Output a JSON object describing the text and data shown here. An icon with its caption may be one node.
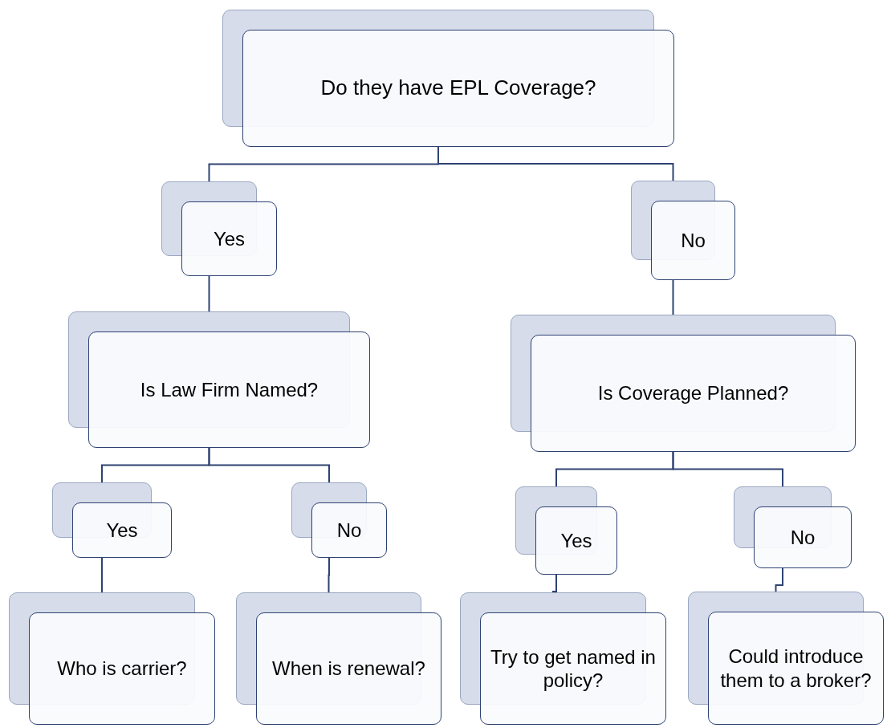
{
  "diagram": {
    "nodes": [
      {
        "text": [
          "Do they have EPL Coverage?"
        ]
      },
      {
        "text": [
          "Yes"
        ]
      },
      {
        "text": [
          "No"
        ]
      },
      {
        "text": [
          "Is Law Firm Named?"
        ]
      },
      {
        "text": [
          "Is Coverage Planned?"
        ]
      },
      {
        "text": [
          "Yes"
        ]
      },
      {
        "text": [
          "No"
        ]
      },
      {
        "text": [
          "Yes"
        ]
      },
      {
        "text": [
          "No"
        ]
      },
      {
        "text": [
          "Who is carrier?"
        ]
      },
      {
        "text": [
          "When is renewal?"
        ]
      },
      {
        "text": [
          "Try to get named in policy?"
        ]
      },
      {
        "text": [
          "Could introduce them to a broker?"
        ]
      }
    ],
    "edges": [
      {
        "from": 0,
        "to": 1,
        "arrow": "none"
      },
      {
        "from": 0,
        "to": 2,
        "arrow": "none"
      },
      {
        "from": 1,
        "to": 3,
        "arrow": "none"
      },
      {
        "from": 2,
        "to": 4,
        "arrow": "none"
      },
      {
        "from": 3,
        "to": 5,
        "arrow": "none"
      },
      {
        "from": 3,
        "to": 6,
        "arrow": "none"
      },
      {
        "from": 4,
        "to": 7,
        "arrow": "none"
      },
      {
        "from": 4,
        "to": 8,
        "arrow": "none"
      },
      {
        "from": 5,
        "to": 9,
        "arrow": "none"
      },
      {
        "from": 6,
        "to": 10,
        "arrow": "none"
      },
      {
        "from": 7,
        "to": 11,
        "arrow": "none"
      },
      {
        "from": 8,
        "to": 12,
        "arrow": "none"
      }
    ]
  }
}
